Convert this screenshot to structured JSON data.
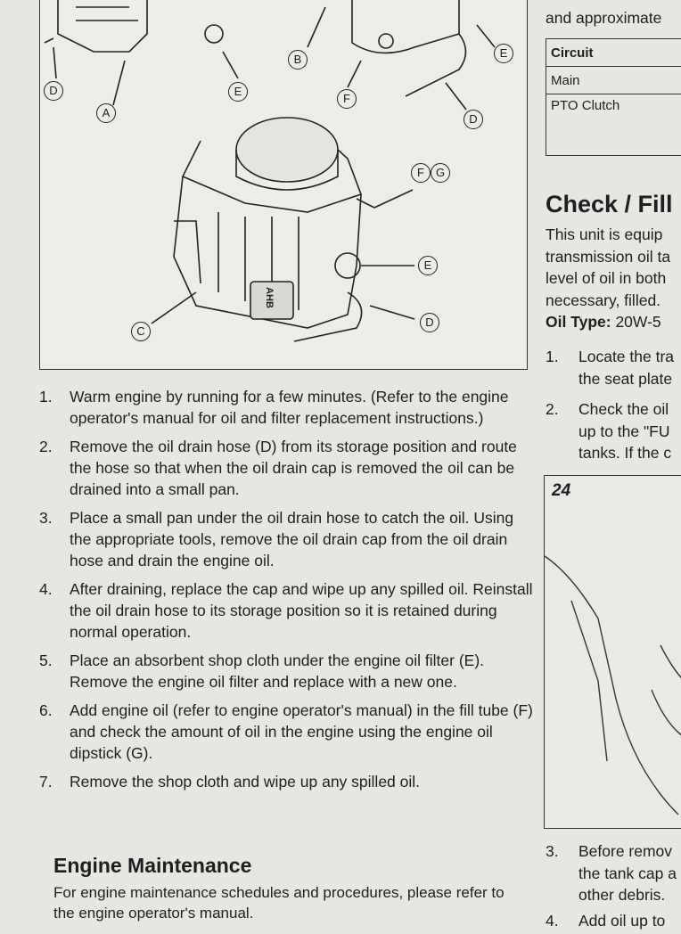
{
  "diagram": {
    "callouts": [
      "D",
      "A",
      "B",
      "E",
      "F",
      "E",
      "D",
      "F",
      "G",
      "E",
      "C",
      "D"
    ],
    "label_text": "AHB"
  },
  "steps": [
    {
      "num": "1.",
      "text": "Warm engine by running for a few minutes. (Refer to the engine operator's manual for oil and filter replacement instructions.)"
    },
    {
      "num": "2.",
      "text": "Remove the oil drain hose (D) from its storage position and route the hose so that when the oil drain cap is removed the oil can be drained into a small pan."
    },
    {
      "num": "3.",
      "text": "Place a small pan under the oil drain hose to catch the oil. Using the appropriate tools, remove the oil drain cap from the oil drain hose and drain the engine oil."
    },
    {
      "num": "4.",
      "text": "After draining, replace the cap and wipe up any spilled oil. Reinstall the oil drain hose to its storage position so it is retained during normal operation."
    },
    {
      "num": "5.",
      "text": "Place an absorbent shop cloth under the engine oil filter (E). Remove the engine oil filter and replace with a new one."
    },
    {
      "num": "6.",
      "text": "Add engine oil (refer to engine operator's manual) in the fill tube (F) and check the amount of oil in the engine using the engine oil dipstick (G)."
    },
    {
      "num": "7.",
      "text": "Remove the shop cloth and wipe up any spilled oil."
    }
  ],
  "engine_maintenance": {
    "heading": "Engine Maintenance",
    "body": "For engine maintenance schedules and procedures, please refer to the engine operator's manual."
  },
  "right": {
    "intro": "and approximate",
    "table": {
      "header": "Circuit",
      "rows": [
        "Main",
        "PTO Clutch"
      ]
    },
    "heading": "Check / Fill",
    "para": [
      "This unit is equip",
      "transmission oil ta",
      "level of oil in both",
      "necessary, filled."
    ],
    "oil_type_label": "Oil Type:",
    "oil_type_value": " 20W-5",
    "steps_a": [
      {
        "num": "1.",
        "lines": [
          "Locate the tra",
          "the seat plate"
        ]
      },
      {
        "num": "2.",
        "lines": [
          "Check the oil",
          "up to the \"FU",
          "tanks. If the c"
        ]
      }
    ],
    "figure_number": "24",
    "steps_b": [
      {
        "num": "3.",
        "lines": [
          "Before remov",
          "the tank cap a",
          "other debris."
        ]
      },
      {
        "num": "4.",
        "lines": [
          "Add oil up to"
        ]
      }
    ]
  }
}
